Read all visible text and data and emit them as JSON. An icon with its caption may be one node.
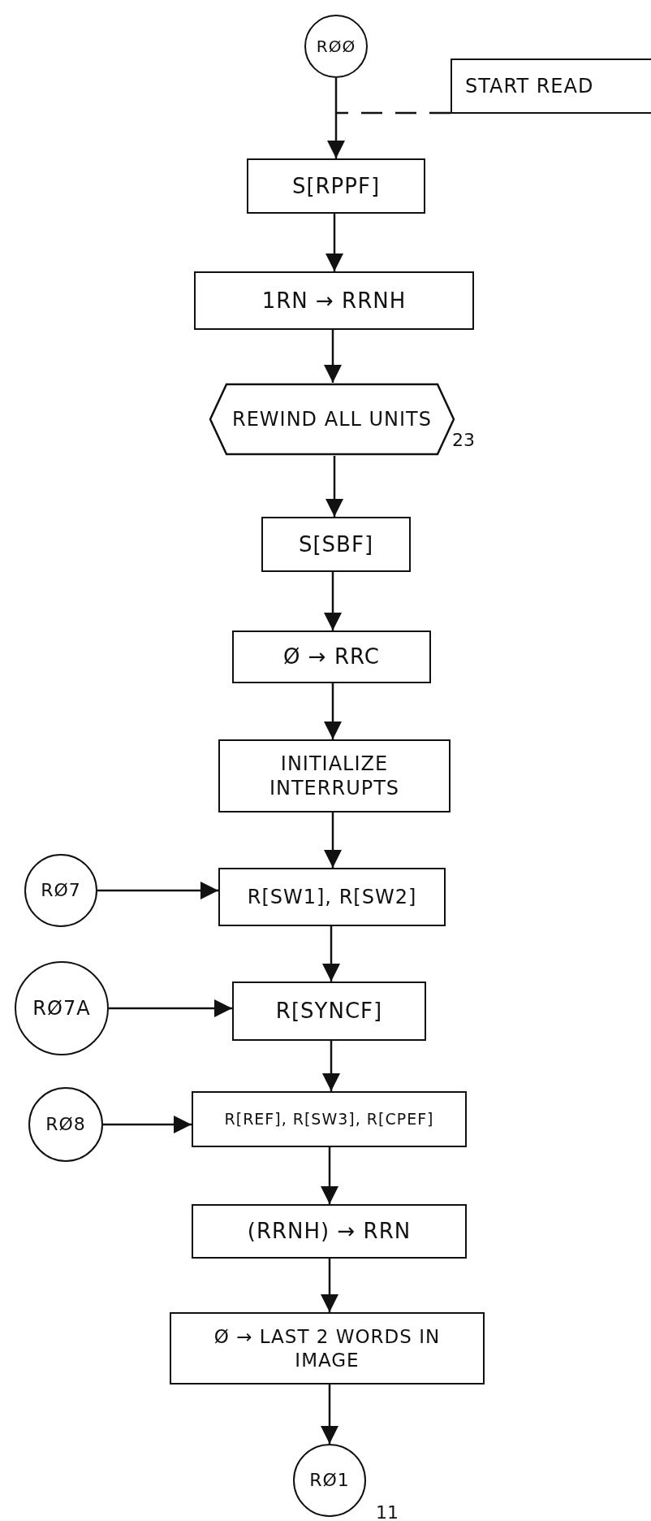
{
  "diagram": {
    "nodes": [
      {
        "text": [
          "RØØ"
        ]
      },
      {
        "text": [
          "START READ"
        ]
      },
      {
        "text": [
          "S[RPPF]"
        ]
      },
      {
        "text": [
          "1RN → RRNH"
        ]
      },
      {
        "text": [
          "REWIND ALL UNITS"
        ],
        "beside": [
          "23"
        ]
      },
      {
        "text": [
          "S[SBF]"
        ]
      },
      {
        "text": [
          "Ø → RRC"
        ]
      },
      {
        "text": [
          "INITIALIZE INTERRUPTS"
        ]
      },
      {
        "text": [
          "RØ7"
        ]
      },
      {
        "text": [
          "R[SW1], R[SW2]"
        ]
      },
      {
        "text": [
          "RØ7A"
        ]
      },
      {
        "text": [
          "R[SYNCF]"
        ]
      },
      {
        "text": [
          "RØ8"
        ]
      },
      {
        "text": [
          "R[REF], R[SW3], R[CPEF]"
        ]
      },
      {
        "text": [
          "(RRNH) → RRN"
        ]
      },
      {
        "text": [
          "Ø → LAST 2 WORDS IN IMAGE"
        ]
      },
      {
        "text": [
          "RØ1"
        ],
        "beside": [
          "11"
        ]
      }
    ],
    "edges": [
      {
        "from": 0,
        "to": 2,
        "arrow": "to"
      },
      {
        "from": 1,
        "to": null,
        "arrow": "none",
        "style": "dashed"
      },
      {
        "from": 2,
        "to": 3,
        "arrow": "to"
      },
      {
        "from": 3,
        "to": 4,
        "arrow": "to"
      },
      {
        "from": 4,
        "to": 5,
        "arrow": "to"
      },
      {
        "from": 5,
        "to": 6,
        "arrow": "to"
      },
      {
        "from": 6,
        "to": 7,
        "arrow": "to"
      },
      {
        "from": 7,
        "to": 9,
        "arrow": "to"
      },
      {
        "from": 8,
        "to": 9,
        "arrow": "to"
      },
      {
        "from": 9,
        "to": 11,
        "arrow": "to"
      },
      {
        "from": 10,
        "to": 11,
        "arrow": "to"
      },
      {
        "from": 11,
        "to": 13,
        "arrow": "to"
      },
      {
        "from": 12,
        "to": 13,
        "arrow": "to"
      },
      {
        "from": 13,
        "to": 14,
        "arrow": "to"
      },
      {
        "from": 14,
        "to": 15,
        "arrow": "to"
      },
      {
        "from": 15,
        "to": 16,
        "arrow": "to"
      }
    ]
  }
}
